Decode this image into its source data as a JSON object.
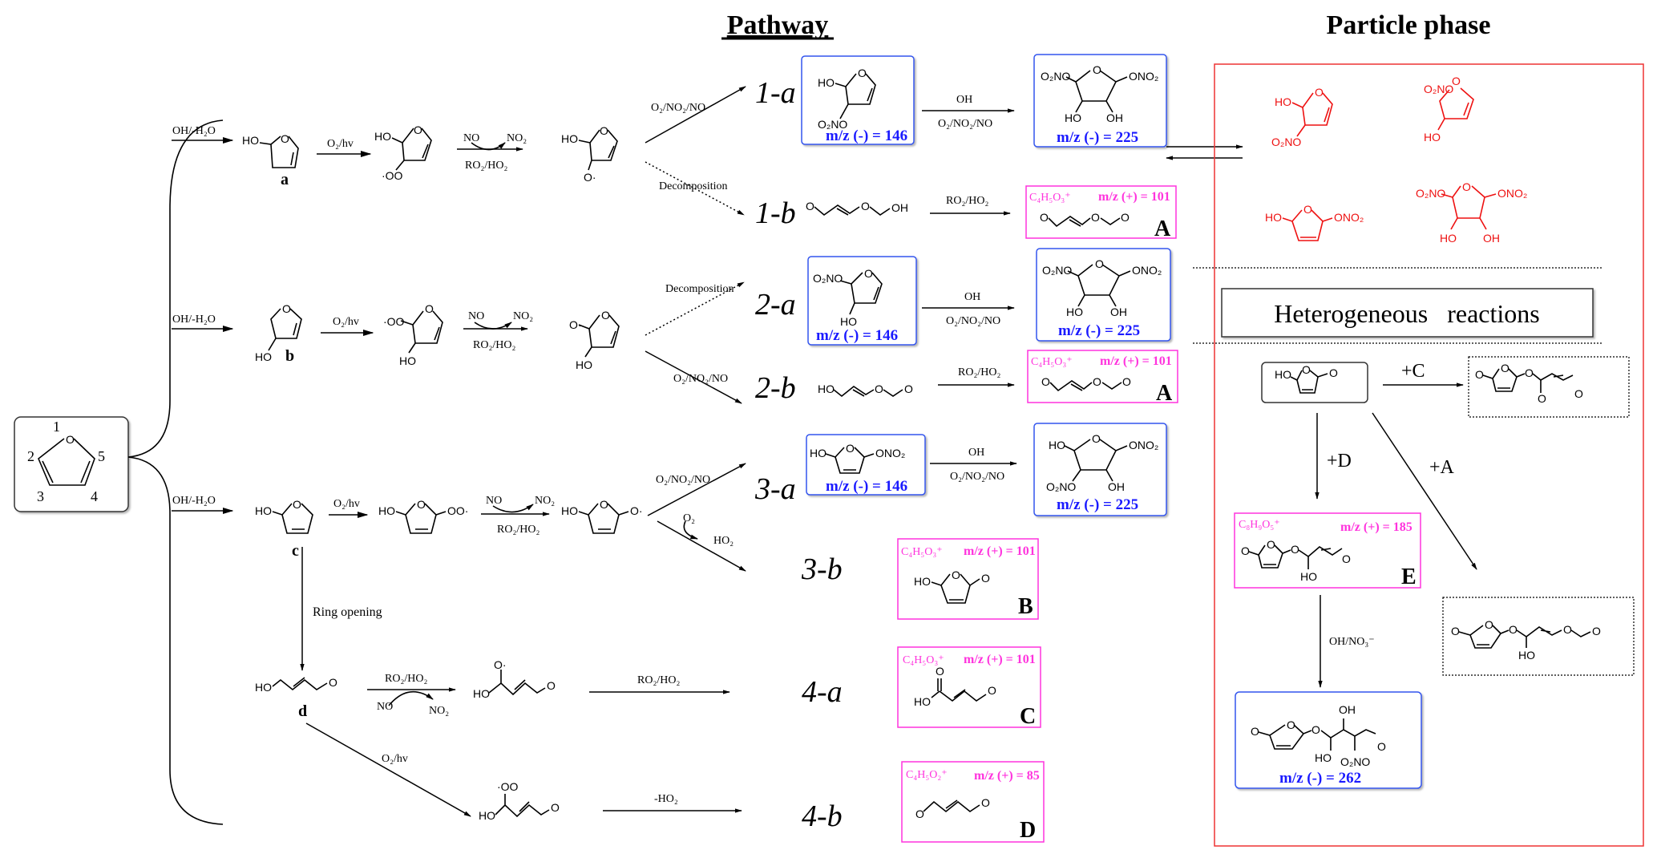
{
  "titles": {
    "pathway": "Pathway",
    "particle_phase": "Particle phase",
    "heterogeneous": "Heterogeneous   reactions"
  },
  "furan": {
    "atom_O": "O",
    "numbers": [
      "1",
      "2",
      "3",
      "4",
      "5"
    ]
  },
  "reagents": {
    "oh_h2o": "OH/-H₂O",
    "o2_hv": "O₂/hv",
    "no": "NO",
    "no2": "NO₂",
    "ro2_ho2": "RO₂/HO₂",
    "o2_no2_no": "O₂/NO₂/NO",
    "decomposition": "Decomposition",
    "oh": "OH",
    "o2": "O₂",
    "ho2": "HO₂",
    "minus_ho2": "-HO₂",
    "ring_opening": "Ring opening",
    "oh_no3": "OH/NO₃⁻"
  },
  "intermediates": {
    "a": "a",
    "b": "b",
    "c": "c",
    "d": "d"
  },
  "pathway_labels": [
    "1-a",
    "1-b",
    "2-a",
    "2-b",
    "3-a",
    "3-b",
    "4-a",
    "4-b"
  ],
  "products": {
    "p1a": {
      "mz": "m/z (-) = 146"
    },
    "p1a_oh": {
      "mz": "m/z (-) = 225"
    },
    "p1b": {
      "formula": "C₄H₅O₃⁺",
      "mz": "m/z (+) = 101",
      "letter": "A"
    },
    "p2a": {
      "mz": "m/z (-) = 146"
    },
    "p2a_oh": {
      "mz": "m/z (-) = 225"
    },
    "p2b": {
      "formula": "C₄H₅O₃⁺",
      "mz": "m/z (+) = 101",
      "letter": "A"
    },
    "p3a": {
      "mz": "m/z (-) = 146"
    },
    "p3a_oh": {
      "mz": "m/z (-) = 225"
    },
    "p3b": {
      "formula": "C₄H₅O₃⁺",
      "mz": "m/z (+) = 101",
      "letter": "B"
    },
    "p4a": {
      "formula": "C₄H₅O₃⁺",
      "mz": "m/z (+) = 101",
      "letter": "C"
    },
    "p4b": {
      "formula": "C₄H₅O₂⁺",
      "mz": "m/z (+) = 85",
      "letter": "D"
    },
    "pE": {
      "formula": "C₈H₉O₅⁺",
      "mz": "m/z (+) = 185",
      "letter": "E"
    },
    "p262": {
      "mz": "m/z (-) = 262"
    }
  },
  "particle_reactions": {
    "plus_c": "+C",
    "plus_d": "+D",
    "plus_a": "+A"
  },
  "atoms": {
    "HO": "HO",
    "OH": "OH",
    "O": "O",
    "O2NO": "O₂NO",
    "ONO2": "ONO₂",
    "OO_rad": "·OO",
    "OO_rad_r": "OO·",
    "O_rad": "O·"
  },
  "colors": {
    "blue_box": "#3355ee",
    "blue_text": "#1a1aff",
    "magenta": "#ff33dd",
    "red": "#ee1111"
  }
}
